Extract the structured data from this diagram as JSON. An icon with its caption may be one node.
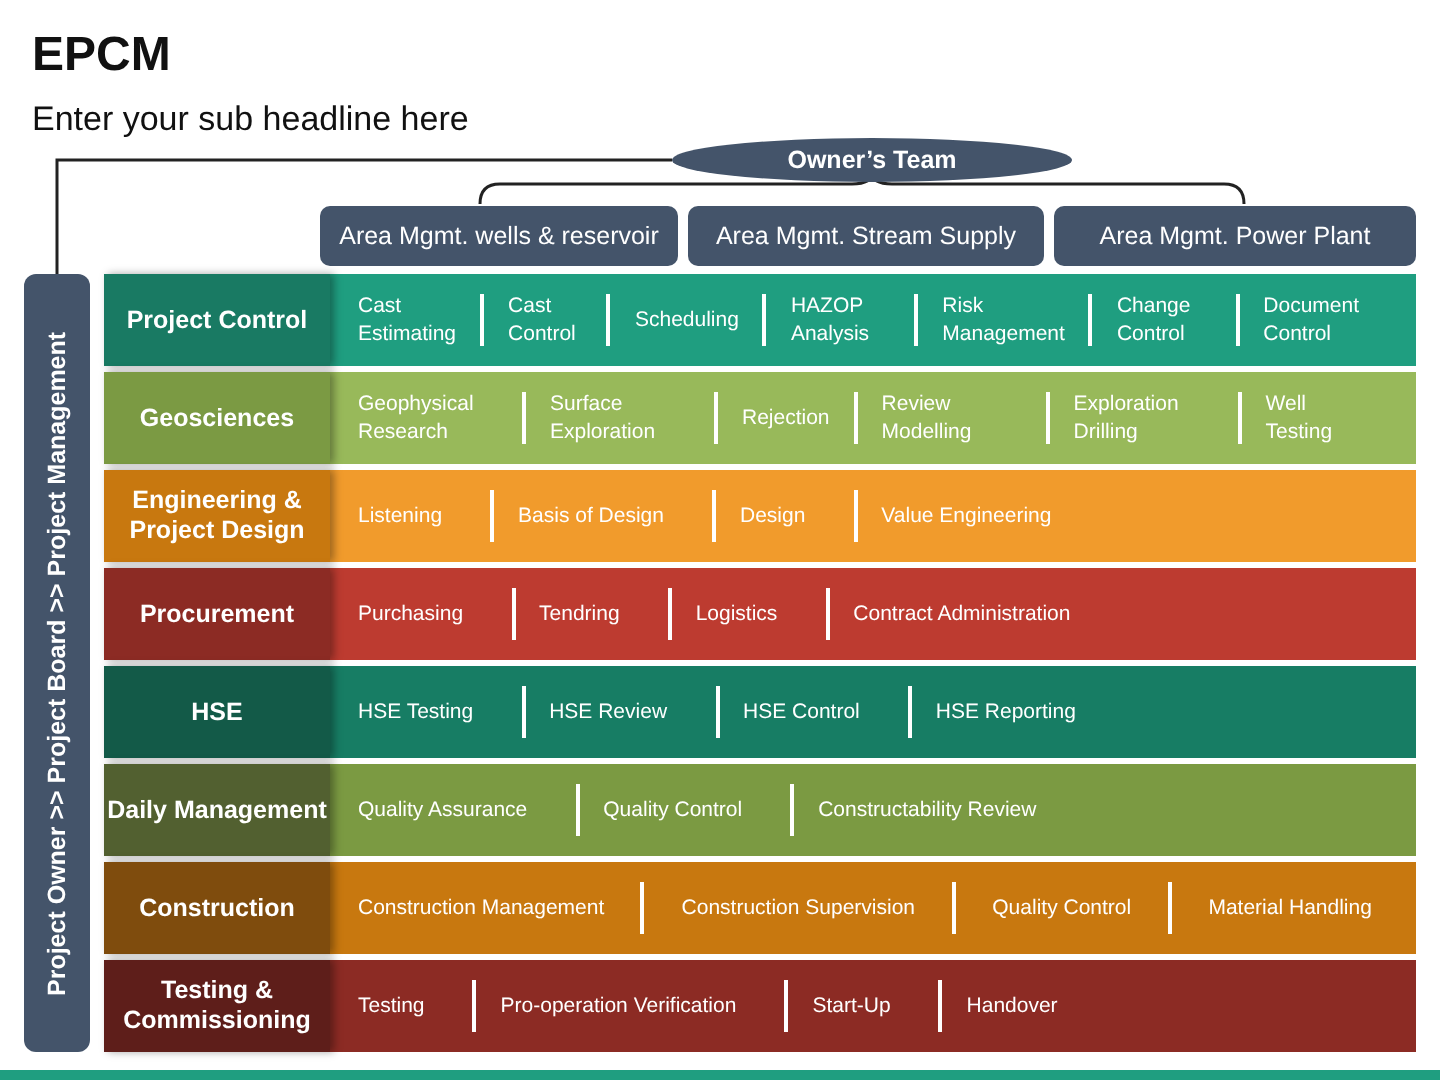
{
  "diagram": {
    "title": "EPCM",
    "nodes": [
      {
        "text": [
          "Owner’s Team"
        ]
      },
      {
        "text": [
          "Area Mgmt. wells & reservoir"
        ]
      },
      {
        "text": [
          "Area Mgmt. Stream Supply"
        ]
      },
      {
        "text": [
          "Area Mgmt. Power Plant"
        ]
      },
      {
        "text": [
          "Project Owner >> Project Board >> Project Management"
        ]
      },
      {
        "text": [
          "Project Control",
          "Cast Estimating",
          "Cast Control",
          "Scheduling",
          "HAZOP Analysis",
          "Risk Management",
          "Change Control",
          "Document Control"
        ]
      },
      {
        "text": [
          "Geosciences",
          "Geophysical Research",
          "Surface Exploration",
          "Rejection",
          "Review Modelling",
          "Exploration Drilling",
          "Well Testing"
        ]
      },
      {
        "text": [
          "Engineering & Project Design",
          "Listening",
          "Basis of Design",
          "Design",
          "Value Engineering"
        ]
      },
      {
        "text": [
          "Procurement",
          "Purchasing",
          "Tendring",
          "Logistics",
          "Contract Administration"
        ]
      },
      {
        "text": [
          "HSE",
          "HSE Testing",
          "HSE Review",
          "HSE Control",
          "HSE Reporting"
        ]
      },
      {
        "text": [
          "Daily Management",
          "Quality Assurance",
          "Quality Control",
          "Constructability Review"
        ]
      },
      {
        "text": [
          "Construction",
          "Construction Management",
          "Construction Supervision",
          "Quality Control",
          "Material Handling"
        ]
      },
      {
        "text": [
          "Testing & Commissioning",
          "Testing",
          "Pro-operation Verification",
          "Start-Up",
          "Handover"
        ]
      }
    ],
    "edges": [
      {
        "from": 0,
        "to": 4,
        "arrow": "none"
      }
    ],
    "labels": [
      "Enter your sub headline here"
    ]
  }
}
